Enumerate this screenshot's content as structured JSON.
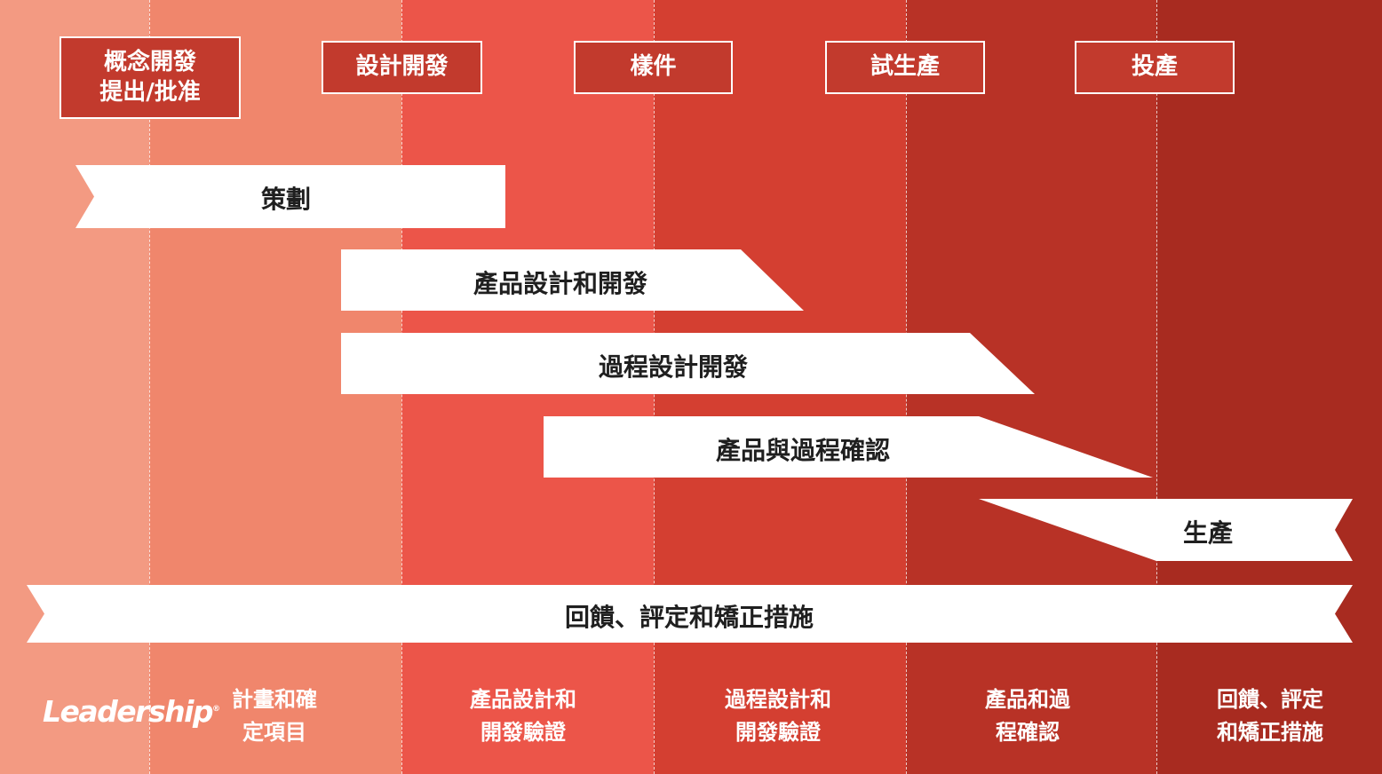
{
  "colors": {
    "columns": [
      "#f39a82",
      "#f0866c",
      "#ec5549",
      "#d43f31",
      "#b83226",
      "#a82b20"
    ],
    "milestone_bg": "#c23a2d",
    "bar_fill": "#ffffff",
    "bar_text": "#1f1f1f"
  },
  "milestones": [
    {
      "label": "概念開發\n提出/批准"
    },
    {
      "label": "設計開發"
    },
    {
      "label": "樣件"
    },
    {
      "label": "試生產"
    },
    {
      "label": "投產"
    }
  ],
  "phases": [
    {
      "label": "策劃"
    },
    {
      "label": "產品設計和開發"
    },
    {
      "label": "過程設計開發"
    },
    {
      "label": "產品與過程確認"
    },
    {
      "label": "生產"
    },
    {
      "label": "回饋、評定和矯正措施"
    }
  ],
  "outputs": [
    {
      "label": "計畫和確\n定項目"
    },
    {
      "label": "產品設計和\n開發驗證"
    },
    {
      "label": "過程設計和\n開發驗證"
    },
    {
      "label": "產品和過\n程確認"
    },
    {
      "label": "回饋、評定\n和矯正措施"
    }
  ],
  "logo": {
    "text": "Leadership",
    "mark": "®"
  }
}
